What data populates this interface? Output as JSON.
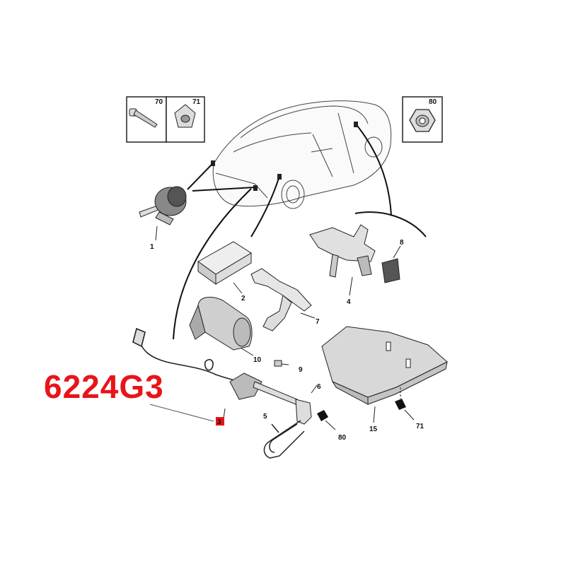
{
  "part_code": "6224G3",
  "insets": [
    {
      "id": "70",
      "label": "70"
    },
    {
      "id": "71",
      "label": "71"
    },
    {
      "id": "80",
      "label": "80"
    }
  ],
  "parts": [
    {
      "id": "p1",
      "label": "1"
    },
    {
      "id": "p2",
      "label": "2"
    },
    {
      "id": "p3",
      "label": "3"
    },
    {
      "id": "p4",
      "label": "4"
    },
    {
      "id": "p5",
      "label": "5"
    },
    {
      "id": "p6",
      "label": "6"
    },
    {
      "id": "p7",
      "label": "7"
    },
    {
      "id": "p8",
      "label": "8"
    },
    {
      "id": "p9",
      "label": "9"
    },
    {
      "id": "p10",
      "label": "10"
    },
    {
      "id": "p15",
      "label": "15"
    },
    {
      "id": "p71",
      "label": "71"
    },
    {
      "id": "p80",
      "label": "80"
    }
  ],
  "colors": {
    "highlight": "#e8141a",
    "line": "#222222",
    "part_fill": "#e6e6e6"
  }
}
